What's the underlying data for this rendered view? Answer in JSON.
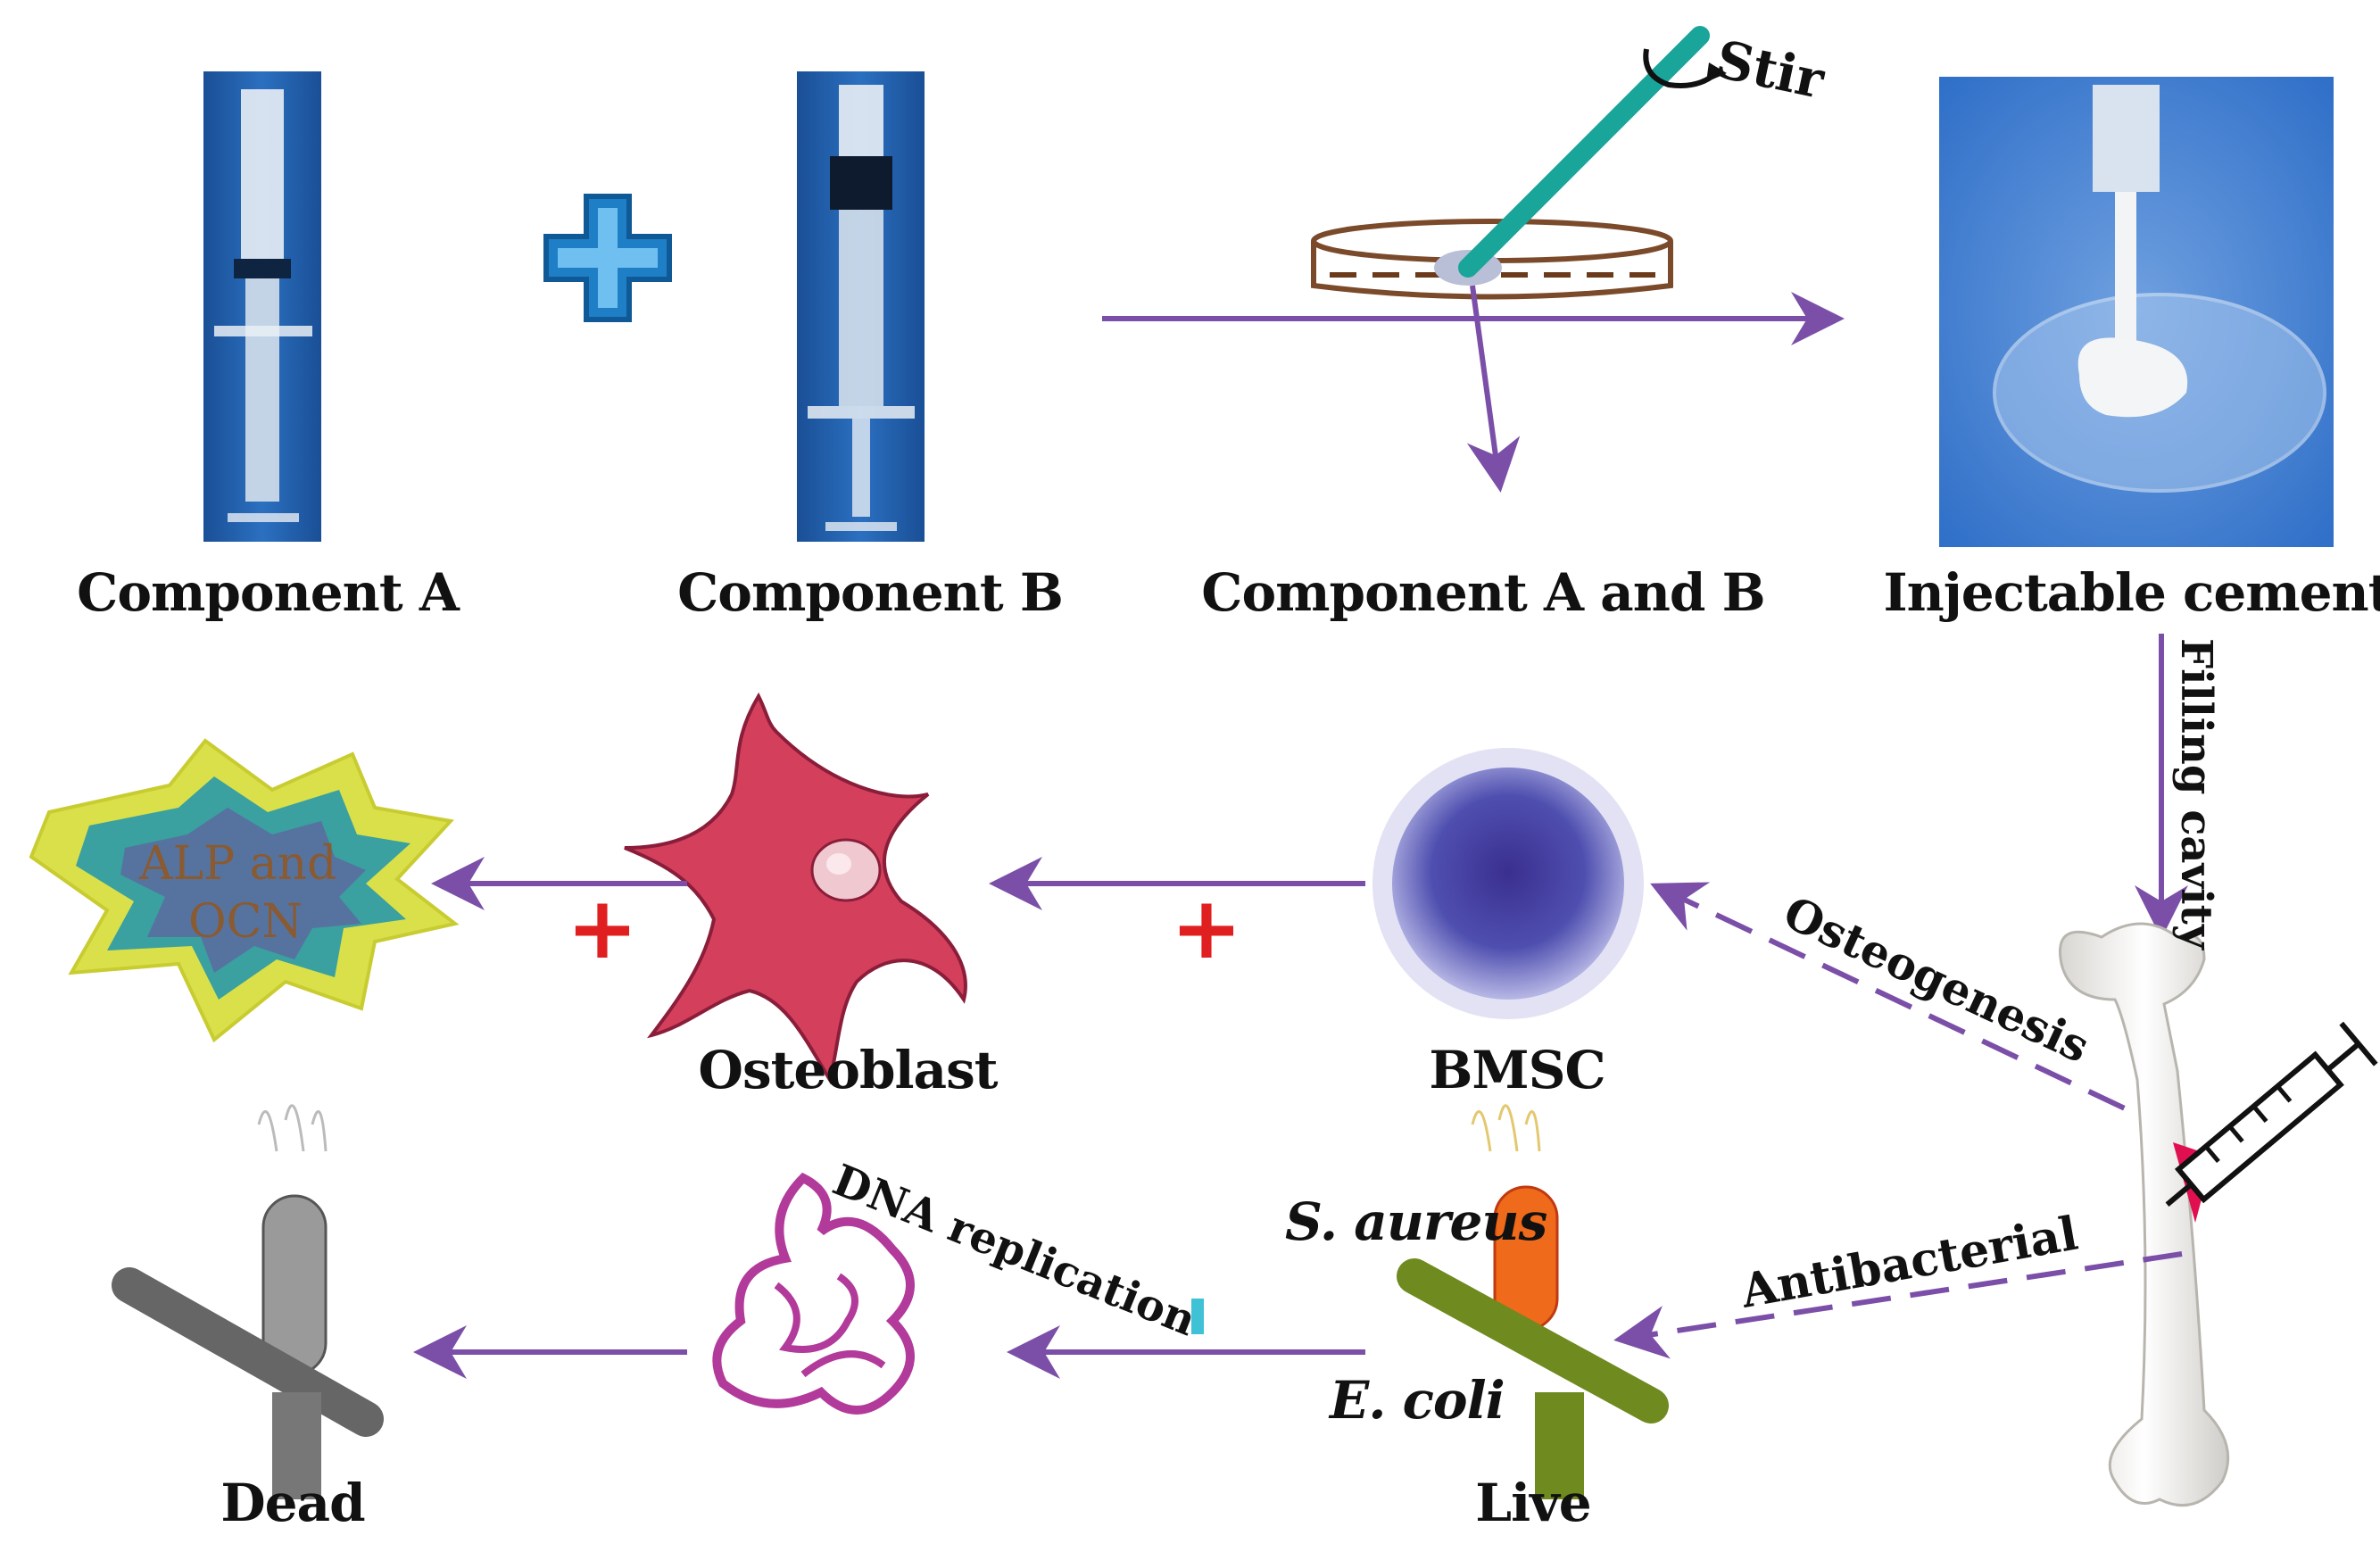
{
  "top_row": {
    "component_a": "Component A",
    "component_b": "Component B",
    "mix_label": "Component A and B",
    "stir_label": "Stir",
    "cement_label": "Injectable cement"
  },
  "filling_label": "Filling cavity",
  "middle_row": {
    "burst_text": "ALP and OCN",
    "osteoblast_label": "Osteoblast",
    "bmsc_label": "BMSC",
    "promote_sign": "+",
    "osteogenesis_label": "Osteogenesis"
  },
  "bottom_row": {
    "dead_label": "Dead",
    "dna_label": "DNA replication",
    "inhibit_sign": "-",
    "s_aureus_label": "S. aureus",
    "e_coli_label": "E. coli",
    "live_label": "Live",
    "antibacterial_label": "Antibacterial"
  },
  "colors": {
    "arrow": "#7b4fa8",
    "plus_blue": "#1f7fc6",
    "stir_rod": "#1aa59a",
    "syringe_bg": "#1d5fa8",
    "cell_red": "#d4405c",
    "bmsc_blue": "#4a4aa8",
    "burst_outer": "#d9e04a",
    "burst_inner": "#3aa0a0",
    "dna_magenta": "#b23a9a",
    "sign_red": "#e02020",
    "sign_cyan": "#3fc1d6"
  }
}
